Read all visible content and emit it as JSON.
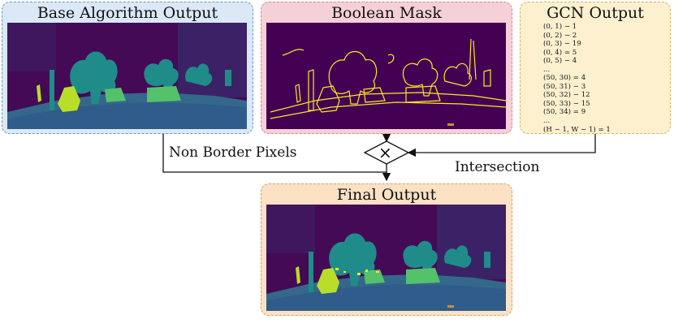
{
  "panels": {
    "base": {
      "title": "Base Algorithm Output"
    },
    "mask": {
      "title": "Boolean Mask"
    },
    "gcn": {
      "title": "GCN Output"
    },
    "final": {
      "title": "Final Output"
    }
  },
  "gcn_entries": [
    "(0, 1) − 1",
    "(0, 2) − 2",
    "(0, 3) − 19",
    "(0, 4) = 5",
    "(0, 5) − 4",
    "...",
    "(50, 30) = 4",
    "(50, 31) − 3",
    "(50, 32) − 12",
    "(50, 33) − 15",
    "(50, 34) = 9",
    "...",
    "(H − 1, W − 1) = 1"
  ],
  "labels": {
    "non_border": "Non Border Pixels",
    "intersection": "Intersection",
    "operator": "×"
  },
  "colors": {
    "sky": "#440a55",
    "building": "#3b2266",
    "road": "#2f5c8a",
    "sidewalk": "#34688a",
    "vegetation": "#1f8c8a",
    "car": "#53c26b",
    "person": "#b8de29",
    "border": "#fde725",
    "mask_bg": "#440154"
  }
}
